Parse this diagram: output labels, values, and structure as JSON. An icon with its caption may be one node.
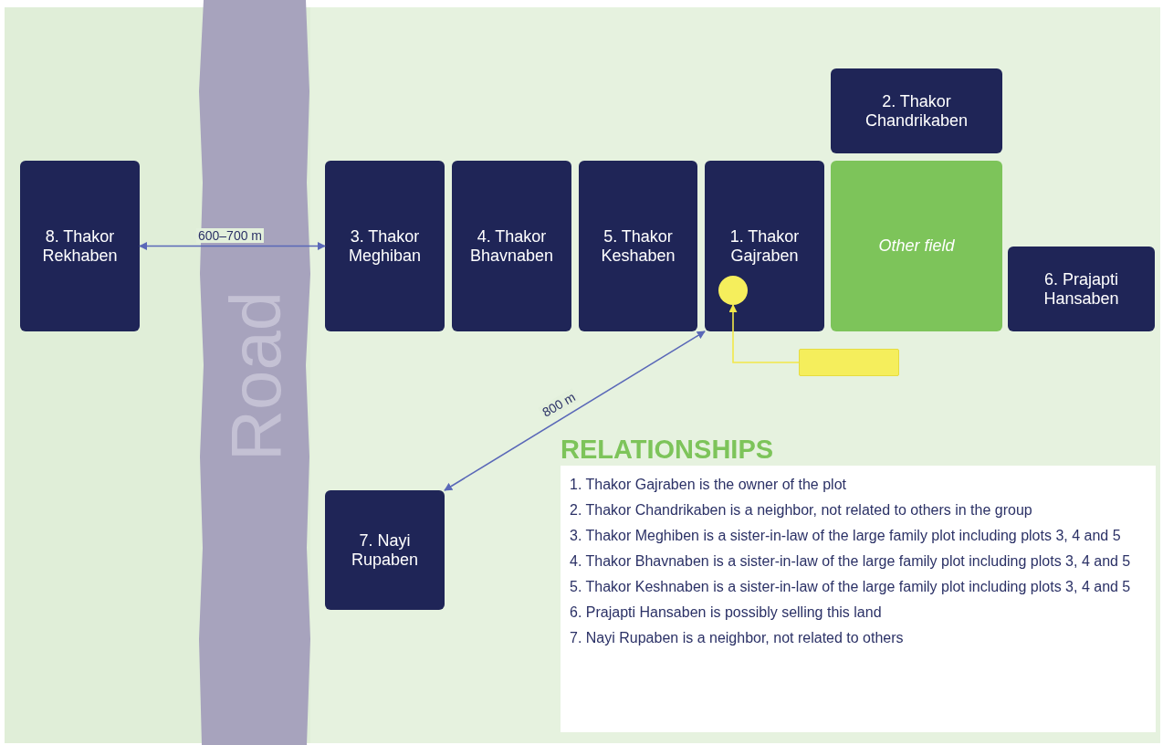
{
  "diagram": {
    "nodes": [
      {
        "text": [
          "2. Thakor Chandrikaben"
        ]
      },
      {
        "text": [
          "8. Thakor Rekhaben"
        ]
      },
      {
        "text": [
          "3. Thakor Meghiban"
        ]
      },
      {
        "text": [
          "4. Thakor Bhavnaben"
        ]
      },
      {
        "text": [
          "5. Thakor Keshaben"
        ]
      },
      {
        "text": [
          "1. Thakor Gajraben"
        ]
      },
      {
        "text": [],
        "shape": "circle",
        "in": 5
      },
      {
        "text": [
          "Other field"
        ]
      },
      {
        "text": [
          "6. Prajapti Hansaben"
        ]
      },
      {
        "text": [],
        "shape": "box"
      },
      {
        "text": [
          "7. Nayi Rupaben"
        ]
      }
    ],
    "edges": [
      {
        "from": 1,
        "to": 2,
        "arrow": "both",
        "label": "600–700 m"
      },
      {
        "from": 9,
        "to": 6,
        "arrow": "to",
        "color": "#f2e84a"
      },
      {
        "from": 5,
        "to": 10,
        "arrow": "both",
        "label": "800 m"
      }
    ],
    "labels": [
      "Road",
      "RELATIONSHIPS",
      "1. Thakor Gajraben is the owner of the plot",
      "2. Thakor Chandrikaben is a neighbor, not related to others in the group",
      "3. Thakor Meghiben is a sister-in-law of the large family plot including plots 3, 4 and 5",
      "4. Thakor Bhavnaben is a sister-in-law of the large family plot including plots 3, 4 and 5",
      "5. Thakor Keshnaben is a sister-in-law of the large family plot including plots 3, 4 and 5",
      "6. Prajapti Hansaben is possibly selling this land",
      "7. Nayi Rupaben is a neighbor, not related to others"
    ]
  }
}
